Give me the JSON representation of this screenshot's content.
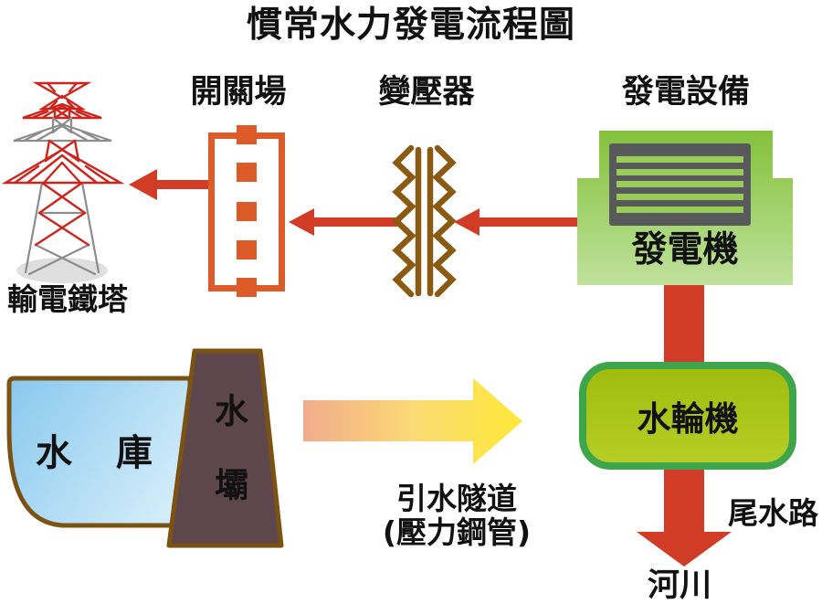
{
  "title": "慣常水力發電流程圖",
  "nodes": {
    "tower": {
      "label": "輸電鐵塔"
    },
    "switchyard": {
      "label": "開關場"
    },
    "transformer": {
      "label": "變壓器"
    },
    "equipment": {
      "label": "發電設備",
      "generator_label": "發電機"
    },
    "turbine": {
      "label": "水輪機"
    },
    "reservoir": {
      "label": "水　庫"
    },
    "dam": {
      "label": "水壩"
    },
    "penstock": {
      "label_line1": "引水隧道",
      "label_line2": "(壓力鋼管)"
    },
    "tailrace": {
      "label": "尾水路"
    },
    "river": {
      "label": "河川"
    }
  },
  "colors": {
    "red": "#D23C26",
    "switchyard_orange": "#DC5B28",
    "transformer_brown": "#8A5A12",
    "generator_green_top": "#83C13B",
    "generator_green_bottom": "#BFE19B",
    "grill_gray": "#58595B",
    "grill_stripe": "#9ACD57",
    "turbine_border": "#3EA54B",
    "turbine_fill_top": "#9FBD0E",
    "turbine_fill_bottom": "#B6CE25",
    "reservoir_blue_dark": "#88C8EE",
    "reservoir_blue_light": "#E2F4FC",
    "earth_brown": "#7B5211",
    "dam_fill": "#5D464C",
    "penstock_start": "#F0AC8C",
    "penstock_end": "#FFE839",
    "tower_red": "#CE241C",
    "tower_gray": "#8C8C8C",
    "shadow_gray": "#DFDFDF"
  }
}
